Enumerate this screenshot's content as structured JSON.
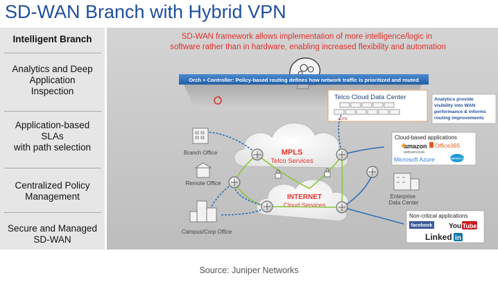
{
  "title": "SD-WAN Branch with Hybrid VPN",
  "sidebar": {
    "items": [
      {
        "lines": [
          "Intelligent Branch"
        ],
        "bold": true
      },
      {
        "lines": [
          "Analytics and Deep",
          "Application",
          "Inspection"
        ],
        "bold": false
      },
      {
        "lines": [
          "Application-based",
          "SLAs",
          "with path selection"
        ],
        "bold": false
      },
      {
        "lines": [
          "Centralized Policy",
          "Management"
        ],
        "bold": false
      },
      {
        "lines": [
          "Secure and Managed",
          "SD-WAN"
        ],
        "bold": false
      }
    ]
  },
  "diagram": {
    "framework_text": [
      "SD-WAN framework allows implementation of more intelligence/logic in",
      "software rather than in hardware, enabling increased flexibility and automation"
    ],
    "controller_banner": "Orch + Controller: Policy-based routing defines how network traffic is prioritized and routed",
    "telco_cloud_dc": "Telco Cloud Data Center",
    "vcpe": "vCPE",
    "analytics_note": [
      "Analytics provide",
      "visibility into WAN",
      "performance & informs",
      "routing improvements"
    ],
    "mpls": {
      "title": "MPLS",
      "subtitle": "Telco Services"
    },
    "internet": {
      "title": "INTERNET",
      "subtitle": "Cloud Services"
    },
    "branch_office": "Branch Office",
    "remote_office": "Remote  Office",
    "campus_office": "Campus/Corp  Office",
    "enterprise_dc": [
      "Enterprise",
      "Data Center"
    ],
    "cloud_apps": {
      "title": "Cloud-based applications",
      "amazon": "amazon",
      "amazon_sub": "webservices",
      "office365": "Office365",
      "azure": "Microsoft Azure",
      "salesforce": "salesforce"
    },
    "noncritical_apps": {
      "title": "Non-critical applications",
      "facebook": "facebook",
      "youtube_you": "You",
      "youtube_tube": "Tube",
      "linkedin_text": "Linked",
      "linkedin_in": "in"
    }
  },
  "source": "Source: Juniper Networks",
  "colors": {
    "title": "#1f4e9c",
    "framework_text": "#e0312b",
    "banner": "#2e6fb7",
    "link": "#8cc63f",
    "internet_title": "#e0312b",
    "mpls_title": "#e0312b"
  }
}
